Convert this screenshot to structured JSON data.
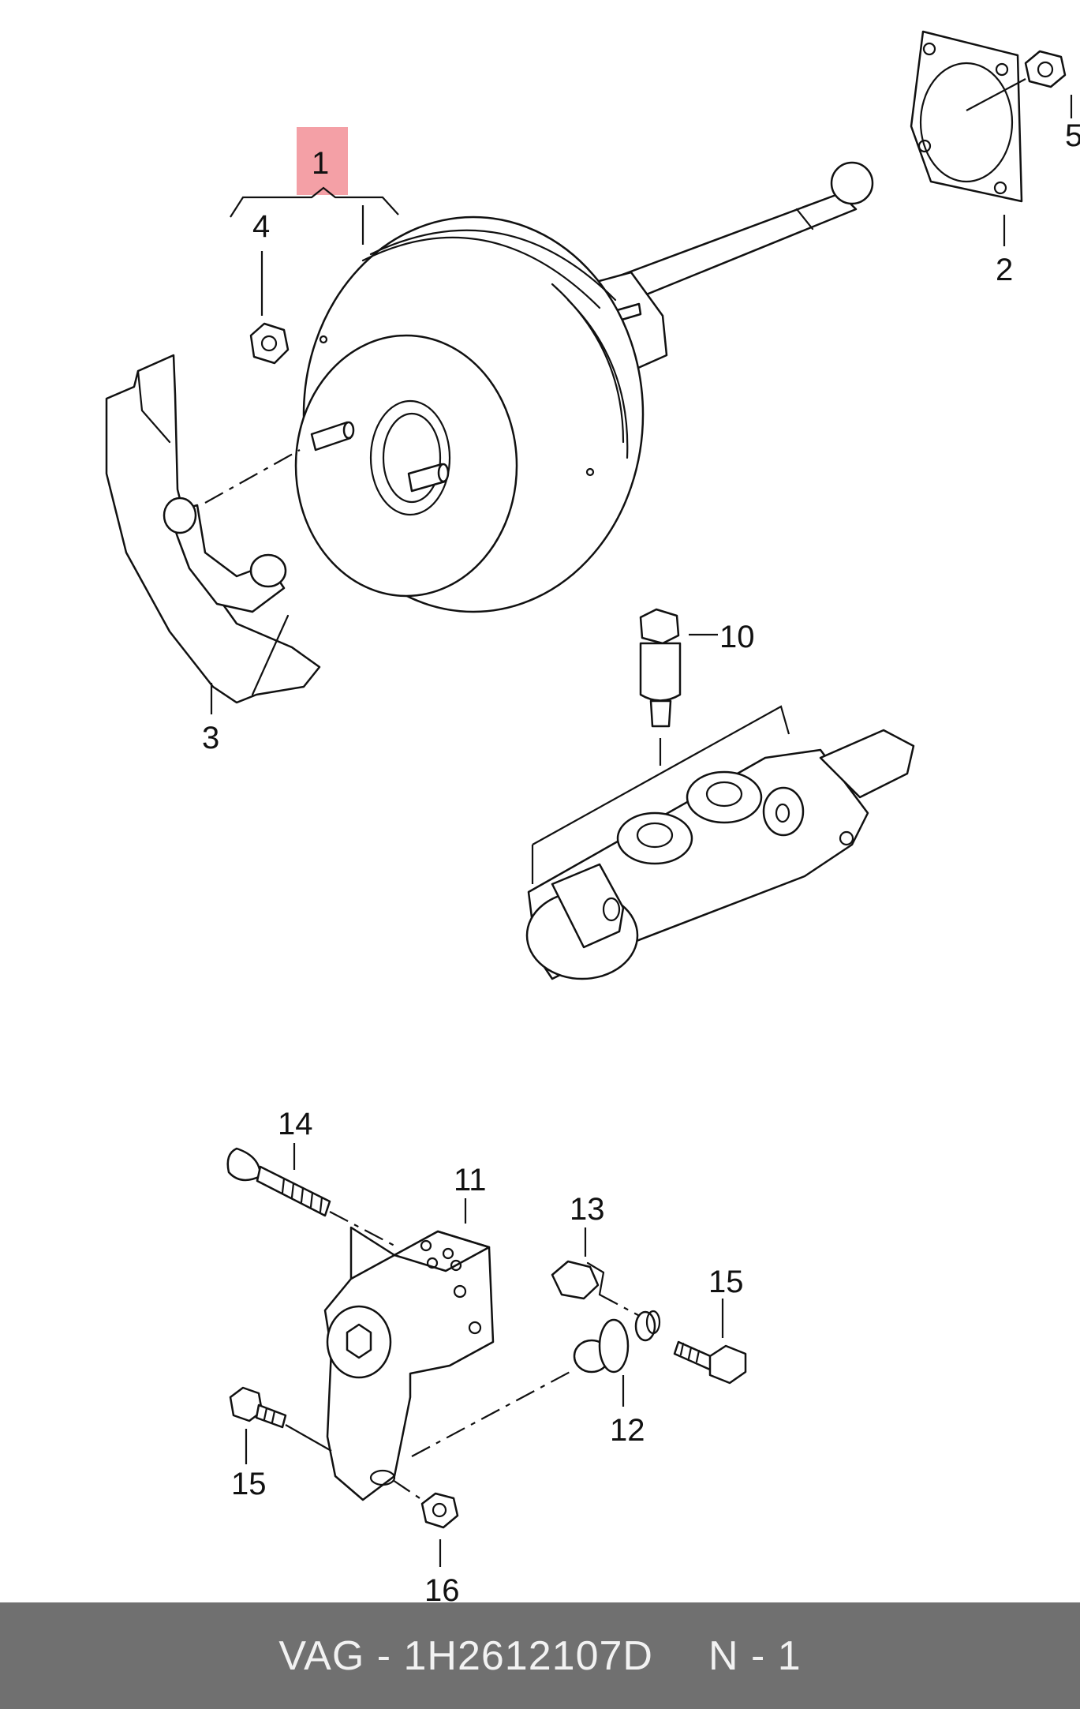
{
  "labels": {
    "l1": "1",
    "l2": "2",
    "l3": "3",
    "l4": "4",
    "l5": "5",
    "l10": "10",
    "l11": "11",
    "l12": "12",
    "l13": "13",
    "l14": "14",
    "l15a": "15",
    "l15b": "15",
    "l16": "16"
  },
  "highlight_color": "#f4a0a6",
  "footer": {
    "part": "VAG - 1H2612107D",
    "qty": "N - 1"
  }
}
